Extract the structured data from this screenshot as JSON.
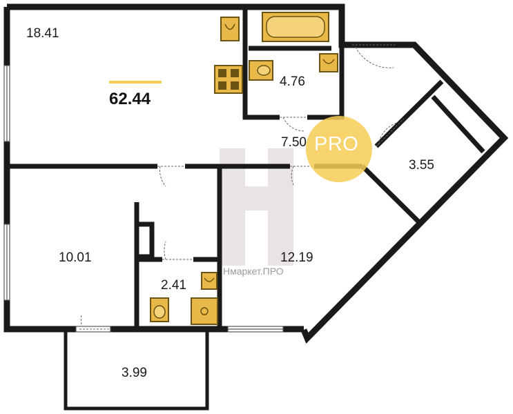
{
  "total_area": "62.44",
  "rooms": {
    "living": "18.41",
    "bath": "4.76",
    "hall": "7.50",
    "pantry": "3.55",
    "bedroom": "10.01",
    "wc": "2.41",
    "kitchen": "12.19",
    "balcony": "3.99"
  },
  "watermark": {
    "badge": "PRO",
    "text": "Нмаркет.ПРО"
  },
  "colors": {
    "wall": "#1a1a1a",
    "fixture": "#e8b848",
    "accent": "#f6cc53"
  }
}
